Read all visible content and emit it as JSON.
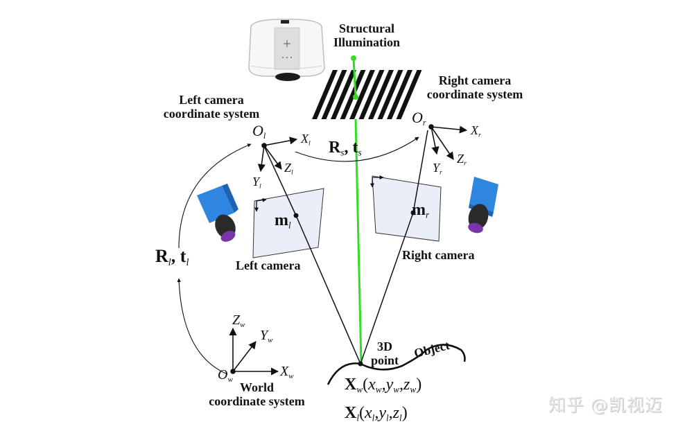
{
  "diagram": {
    "title": "Structured-light binocular stereo camera calibration",
    "labels": {
      "structural_illumination": "Structural\nIllumination",
      "left_cam_coord_system": "Left camera\ncoordinate system",
      "right_cam_coord_system": "Right camera\ncoordinate system",
      "left_camera": "Left camera",
      "right_camera": "Right camera",
      "world_coord_system": "World\ncoordinate system",
      "point_3d": "3D\npoint",
      "object": "Object"
    },
    "symbols": {
      "O_l": {
        "base": "O",
        "sub": "l"
      },
      "X_l": {
        "base": "X",
        "sub": "l"
      },
      "Y_l": {
        "base": "Y",
        "sub": "l"
      },
      "Z_l": {
        "base": "Z",
        "sub": "l"
      },
      "O_r": {
        "base": "O",
        "sub": "r"
      },
      "X_r": {
        "base": "X",
        "sub": "r"
      },
      "Y_r": {
        "base": "Y",
        "sub": "r"
      },
      "Z_r": {
        "base": "Z",
        "sub": "r"
      },
      "O_w": {
        "base": "O",
        "sub": "w"
      },
      "X_w": {
        "base": "X",
        "sub": "w"
      },
      "Y_w": {
        "base": "Y",
        "sub": "w"
      },
      "Z_w": {
        "base": "Z",
        "sub": "w"
      },
      "m_l": {
        "base": "m",
        "sub": "l"
      },
      "m_r": {
        "base": "m",
        "sub": "r"
      },
      "R_s_t_s": {
        "R": "R",
        "R_sub": "s",
        "sep": ", ",
        "t": "t",
        "t_sub": "s"
      },
      "R_l_t_l": {
        "R": "R",
        "R_sub": "l",
        "sep": ", ",
        "t": "t",
        "t_sub": "l"
      }
    },
    "equations": {
      "Xw": {
        "base": "X",
        "sub": "w",
        "open": "(",
        "x": "x",
        "xs": "w",
        "y": "y",
        "ys": "w",
        "z": "z",
        "zs": "w",
        "close": ")",
        "comma": ","
      },
      "Xl": {
        "base": "X",
        "sub": "l",
        "open": "(",
        "x": "x",
        "xs": "l",
        "y": "y",
        "ys": "l",
        "z": "z",
        "zs": "l",
        "close": ")",
        "comma": ","
      }
    },
    "colors": {
      "light_ray": "#33dd22",
      "camera_body": "#2f86e0",
      "camera_lens": "#2a2a2a",
      "lens_glass": "#8a3fb0",
      "image_plane": "#e9eef9",
      "lines": "#111111"
    }
  },
  "watermark": "知乎 @凯视迈"
}
